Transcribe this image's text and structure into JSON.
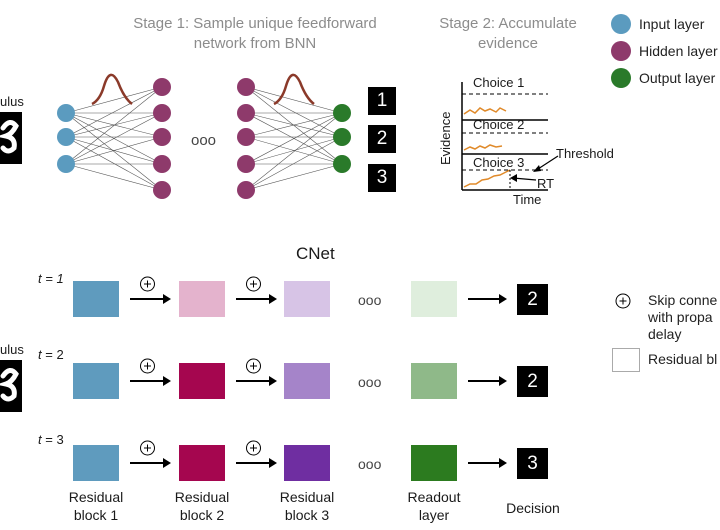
{
  "stage1": {
    "title_line1": "Stage 1: Sample unique feedforward",
    "title_line2": "network from BNN"
  },
  "stage2": {
    "title_line1": "Stage 2: Accumulate",
    "title_line2": "evidence",
    "choices": [
      "Choice 1",
      "Choice 2",
      "Choice 3"
    ],
    "y_label": "Evidence",
    "x_label": "Time",
    "threshold_label": "Threshold",
    "rt_label": "RT"
  },
  "stimulus_label": "ulus",
  "ellipsis": "ooo",
  "outputs": [
    "1",
    "2",
    "3"
  ],
  "legend": [
    {
      "label": "Input layer",
      "color": "#5b9bbf"
    },
    {
      "label": "Hidden layer",
      "color": "#8e3a6b"
    },
    {
      "label": "Output layer",
      "color": "#2a7a2a"
    }
  ],
  "cnet": {
    "title": "CNet",
    "rows": [
      {
        "t": "1",
        "decision": "2",
        "colors": [
          "#5f9bbe",
          "#e4b3cd",
          "#d7c4e6",
          "#dfeedd"
        ]
      },
      {
        "t": "2",
        "decision": "2",
        "colors": [
          "#5f9bbe",
          "#a5064f",
          "#a584c9",
          "#8fb989"
        ]
      },
      {
        "t": "3",
        "decision": "3",
        "colors": [
          "#5f9bbe",
          "#a5064f",
          "#6f2ea1",
          "#2c7b1f"
        ]
      }
    ],
    "column_labels": [
      {
        "line1": "Residual",
        "line2": "block 1"
      },
      {
        "line1": "Residual",
        "line2": "block 2"
      },
      {
        "line1": "Residual",
        "line2": "block 3"
      },
      {
        "line1": "Readout",
        "line2": "layer"
      },
      {
        "line1": "Decision",
        "line2": ""
      }
    ],
    "legend": {
      "skip_line1": "Skip conne",
      "skip_line2": "with propa",
      "skip_line3": "delay",
      "residual": "Residual bl"
    }
  }
}
